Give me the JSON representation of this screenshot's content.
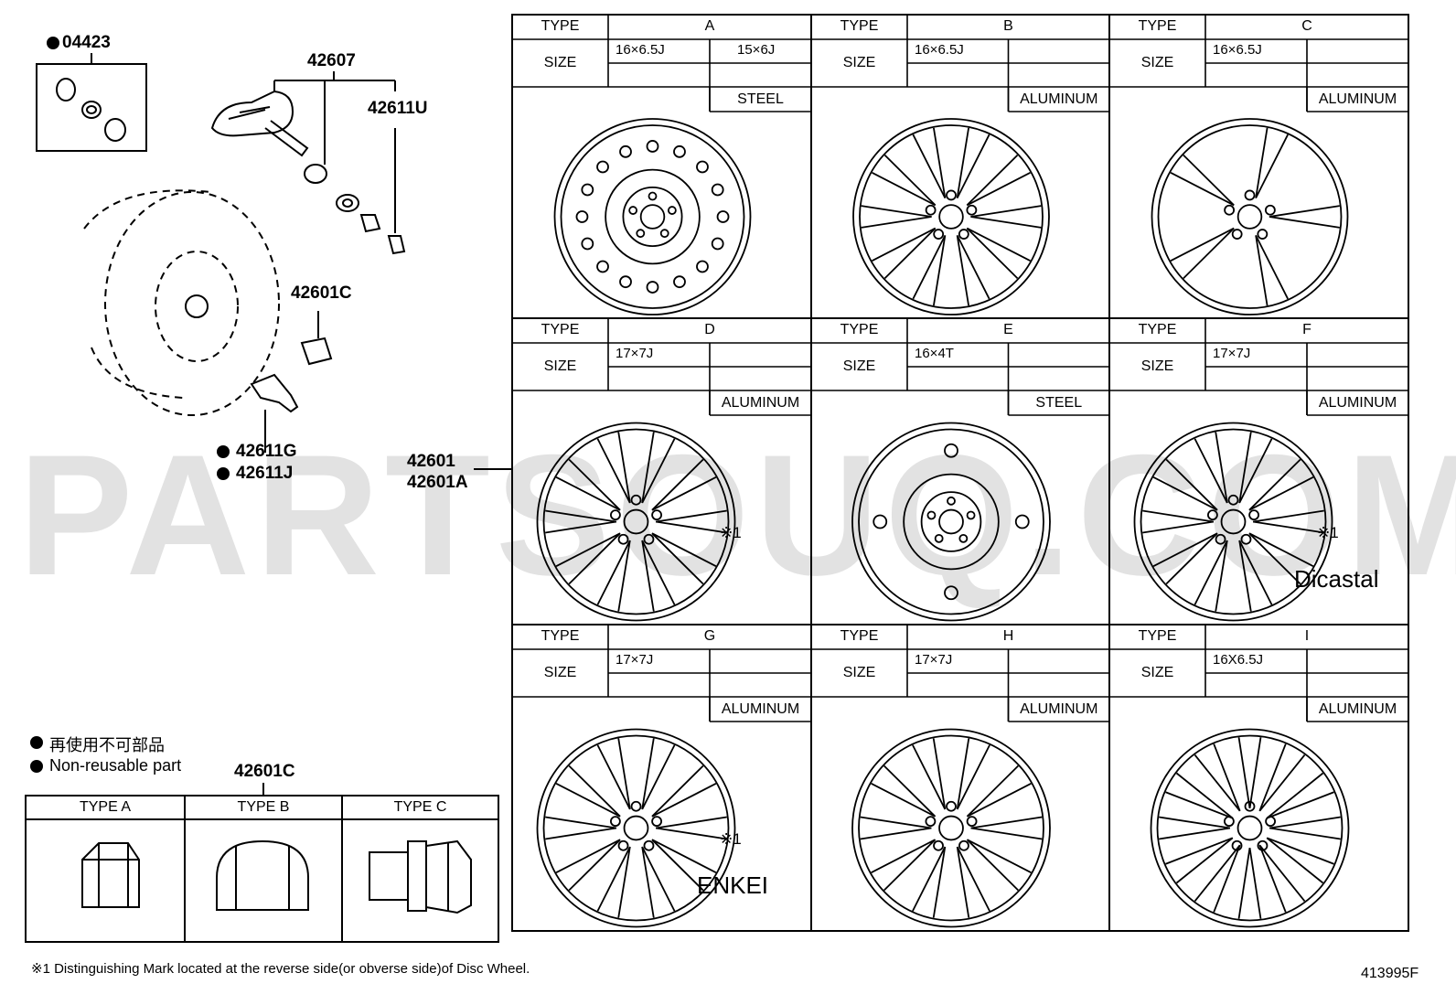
{
  "watermark": "PARTSOUQ.COM",
  "callouts": {
    "p04423": "04423",
    "p42607": "42607",
    "p42611U": "42611U",
    "p42601C_top": "42601C",
    "p42611G": "42611G",
    "p42611J": "42611J",
    "p42601": "42601",
    "p42601A": "42601A",
    "p42601C_bottom": "42601C"
  },
  "legend": {
    "jp": "再使用不可部品",
    "en": "Non-reusable part"
  },
  "nut_table": {
    "types": [
      "TYPE A",
      "TYPE B",
      "TYPE C"
    ]
  },
  "wheel_labels": {
    "type": "TYPE",
    "size": "SIZE"
  },
  "wheels": [
    {
      "id": "A",
      "size1": "16×6.5J",
      "size2": "15×6J",
      "material": "STEEL"
    },
    {
      "id": "B",
      "size1": "16×6.5J",
      "size2": "",
      "material": "ALUMINUM"
    },
    {
      "id": "C",
      "size1": "16×6.5J",
      "size2": "",
      "material": "ALUMINUM"
    },
    {
      "id": "D",
      "size1": "17×7J",
      "size2": "",
      "material": "ALUMINUM",
      "mark": "※1"
    },
    {
      "id": "E",
      "size1": "16×4T",
      "size2": "",
      "material": "STEEL"
    },
    {
      "id": "F",
      "size1": "17×7J",
      "size2": "",
      "material": "ALUMINUM",
      "mark": "※1",
      "brand": "Dicastal"
    },
    {
      "id": "G",
      "size1": "17×7J",
      "size2": "",
      "material": "ALUMINUM",
      "mark": "※1",
      "brand": "ENKEI"
    },
    {
      "id": "H",
      "size1": "17×7J",
      "size2": "",
      "material": "ALUMINUM"
    },
    {
      "id": "I",
      "size1": "16X6.5J",
      "size2": "",
      "material": "ALUMINUM"
    }
  ],
  "footnote": "※1 Distinguishing Mark located at the reverse side(or obverse side)of Disc Wheel.",
  "diagram_code": "413995F"
}
